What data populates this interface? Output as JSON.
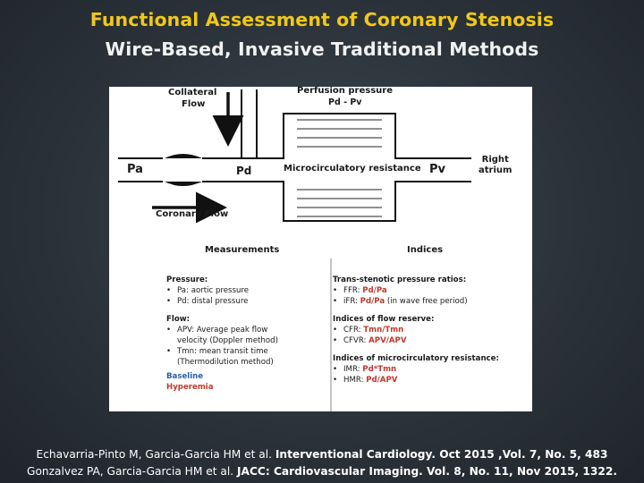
{
  "title_line1": "Functional Assessment of Coronary Stenosis",
  "title_line2": "Wire-Based, Invasive Traditional Methods",
  "diagram": {
    "collateral_1": "Collateral",
    "collateral_2": "Flow",
    "perfusion_1": "Perfusion pressure",
    "perfusion_2": "Pd - Pv",
    "pa": "Pa",
    "pd": "Pd",
    "micro": "Microcirculatory resistance",
    "pv": "Pv",
    "right_1": "Right",
    "right_2": "atrium",
    "coronary_flow": "Coronary Flow"
  },
  "measurements": {
    "heading": "Measurements",
    "pressure_head": "Pressure:",
    "pressure_items": [
      "Pa: aortic pressure",
      "Pd: distal pressure"
    ],
    "flow_head": "Flow:",
    "flow_item1_a": "APV: Average peak flow",
    "flow_item1_b": "velocity (Doppler method)",
    "flow_item2_a": "Tmn: mean transit time",
    "flow_item2_b": "(Thermodilution method)",
    "baseline": "Baseline",
    "hyperemia": "Hyperemia"
  },
  "indices": {
    "heading": "Indices",
    "trans_head": "Trans-stenotic pressure ratios:",
    "ffr_label": "FFR: ",
    "ffr_value": "Pd/Pa",
    "ifr_label": "iFR: ",
    "ifr_value": "Pd/Pa",
    "ifr_note": " (in wave free period)",
    "flowres_head": "Indices of flow reserve:",
    "cfr_label": "CFR: ",
    "cfr_value": "Tmn/Tmn",
    "cfvr_label": "CFVR: ",
    "cfvr_value": "APV/APV",
    "micro_head": "Indices of microcirculatory resistance:",
    "imr_label": "IMR: ",
    "imr_value": "Pd*Tmn",
    "hmr_label": "HMR: ",
    "hmr_value": "Pd/APV"
  },
  "citation": {
    "line1_plain": "Echavarria-Pinto M, Garcia-Garcia HM et al. ",
    "line1_bold": "Interventional Cardiology. Oct 2015 ,Vol. 7, No. 5, 483",
    "line2_plain": "Gonzalvez PA, Garcia-Garcia HM et al. ",
    "line2_bold": "JACC: Cardiovascular Imaging. Vol. 8, No. 11, Nov 2015, 1322."
  }
}
